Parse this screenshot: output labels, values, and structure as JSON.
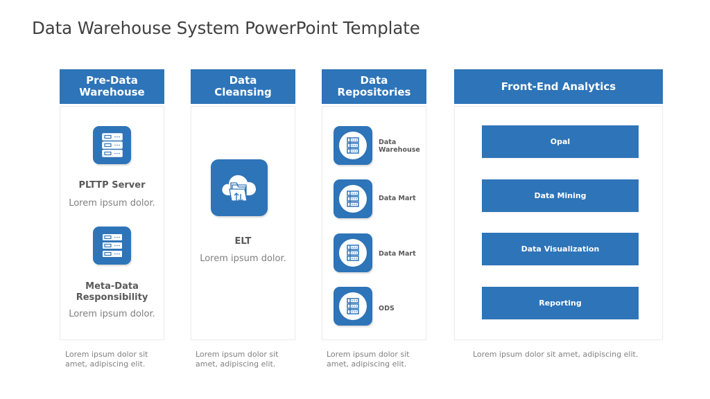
{
  "slide": {
    "title": "Data Warehouse System PowerPoint Template",
    "accent_color": "#2e74b8"
  },
  "columns": [
    {
      "header": "Pre-Data Warehouse",
      "header_lines": [
        "Pre-Data",
        "Warehouse"
      ],
      "items": [
        {
          "icon": "server-rack-icon",
          "title": "PLTTP Server",
          "description": "Lorem ipsum dolor."
        },
        {
          "icon": "server-rack-icon",
          "title_lines": [
            "Meta-Data",
            "Responsibility"
          ],
          "title": "Meta-Data Responsibility",
          "description": "Lorem ipsum dolor."
        }
      ],
      "footer_lines": [
        "Lorem ipsum dolor sit",
        "amet, adipiscing elit."
      ]
    },
    {
      "header": "Data Cleansing",
      "header_lines": [
        "Data",
        "Cleansing"
      ],
      "items": [
        {
          "icon": "cloud-folder-transfer-icon",
          "title": "ELT",
          "description": "Lorem ipsum dolor."
        }
      ],
      "footer_lines": [
        "Lorem ipsum dolor sit",
        "amet, adipiscing elit."
      ]
    },
    {
      "header": "Data Repositories",
      "header_lines": [
        "Data",
        "Repositories"
      ],
      "items": [
        {
          "icon": "database-server-icon",
          "label_lines": [
            "Data",
            "Warehouse"
          ],
          "label": "Data Warehouse"
        },
        {
          "icon": "database-server-icon",
          "label": "Data Mart"
        },
        {
          "icon": "database-server-icon",
          "label": "Data Mart"
        },
        {
          "icon": "database-server-icon",
          "label": "ODS"
        }
      ],
      "footer_lines": [
        "Lorem ipsum dolor sit",
        "amet, adipiscing elit."
      ]
    },
    {
      "header": "Front-End Analytics",
      "items": [
        {
          "label": "Opal"
        },
        {
          "label": "Data Mining"
        },
        {
          "label": "Data Visualization"
        },
        {
          "label": "Reporting"
        }
      ],
      "footer": "Lorem ipsum dolor sit amet, adipiscing elit."
    }
  ]
}
